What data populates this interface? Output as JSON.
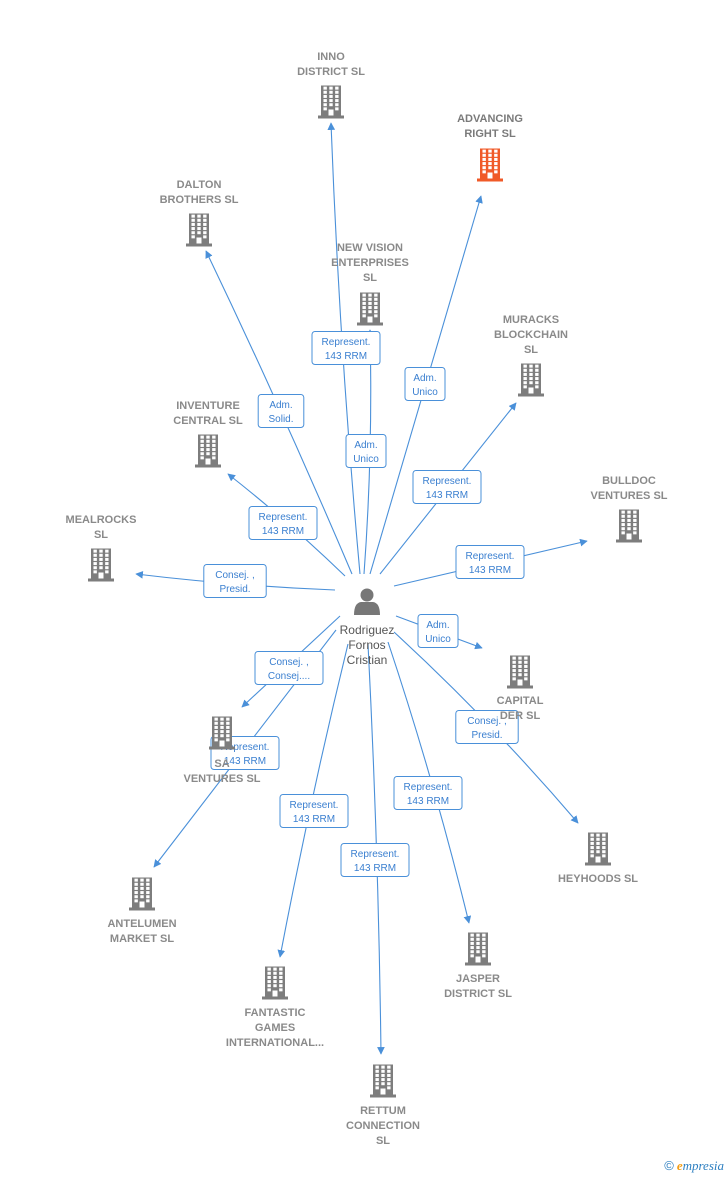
{
  "colors": {
    "edge": "#4a90d9",
    "role_text": "#3a7fd0",
    "role_border": "#4a90d9",
    "building": "#7d7d7d",
    "building_highlight": "#f05a28",
    "person": "#777777",
    "company_label": "#8a8a8a"
  },
  "person": {
    "name_lines": [
      "Rodriguez",
      "Fornos",
      "Cristian"
    ],
    "icon": "person-icon"
  },
  "companies": [
    {
      "id": "inno-district",
      "lines": [
        "INNO",
        "DISTRICT  SL"
      ],
      "highlight": false
    },
    {
      "id": "advancing-right",
      "lines": [
        "ADVANCING",
        "RIGHT  SL"
      ],
      "highlight": true
    },
    {
      "id": "dalton-brothers",
      "lines": [
        "DALTON",
        "BROTHERS  SL"
      ],
      "highlight": false
    },
    {
      "id": "new-vision",
      "lines": [
        "NEW VISION",
        "ENTERPRISES",
        "SL"
      ],
      "highlight": false
    },
    {
      "id": "muracks",
      "lines": [
        "MURACKS",
        "BLOCKCHAIN",
        "SL"
      ],
      "highlight": false
    },
    {
      "id": "inventure",
      "lines": [
        "INVENTURE",
        "CENTRAL  SL"
      ],
      "highlight": false
    },
    {
      "id": "bulldoc",
      "lines": [
        "BULLDOC",
        "VENTURES  SL"
      ],
      "highlight": false
    },
    {
      "id": "mealrocks",
      "lines": [
        "MEALROCKS",
        "SL"
      ],
      "highlight": false
    },
    {
      "id": "capital",
      "lines": [
        "CAPITAL",
        "DER  SL"
      ],
      "highlight": false
    },
    {
      "id": "sa-ventures",
      "lines": [
        "SA",
        "VENTURES SL"
      ],
      "highlight": false
    },
    {
      "id": "heyhoods",
      "lines": [
        "HEYHOODS  SL"
      ],
      "highlight": false
    },
    {
      "id": "antelumen",
      "lines": [
        "ANTELUMEN",
        "MARKET  SL"
      ],
      "highlight": false
    },
    {
      "id": "jasper",
      "lines": [
        "JASPER",
        "DISTRICT  SL"
      ],
      "highlight": false
    },
    {
      "id": "fantastic",
      "lines": [
        "FANTASTIC",
        "GAMES",
        "INTERNATIONAL..."
      ],
      "highlight": false
    },
    {
      "id": "rettum",
      "lines": [
        "RETTUM",
        "CONNECTION",
        "SL"
      ],
      "highlight": false
    }
  ],
  "roles": [
    {
      "id": "r-inno",
      "lines": [
        "Represent.",
        "143 RRM"
      ]
    },
    {
      "id": "r-advancing",
      "lines": [
        "Adm.",
        "Unico"
      ]
    },
    {
      "id": "r-dalton",
      "lines": [
        "Adm.",
        "Solid."
      ]
    },
    {
      "id": "r-newvision",
      "lines": [
        "Adm.",
        "Unico"
      ]
    },
    {
      "id": "r-muracks",
      "lines": [
        "Represent.",
        "143 RRM"
      ]
    },
    {
      "id": "r-inventure",
      "lines": [
        "Represent.",
        "143 RRM"
      ]
    },
    {
      "id": "r-bulldoc",
      "lines": [
        "Represent.",
        "143 RRM"
      ]
    },
    {
      "id": "r-mealrocks",
      "lines": [
        "Consej. ,",
        "Presid."
      ]
    },
    {
      "id": "r-capital",
      "lines": [
        "Adm.",
        "Unico"
      ]
    },
    {
      "id": "r-sa",
      "lines": [
        "Consej. ,",
        "Consej...."
      ]
    },
    {
      "id": "r-heyhoods",
      "lines": [
        "Consej. ,",
        "Presid."
      ]
    },
    {
      "id": "r-antelumen",
      "lines": [
        "Represent.",
        "143 RRM"
      ]
    },
    {
      "id": "r-jasper",
      "lines": [
        "Represent.",
        "143 RRM"
      ]
    },
    {
      "id": "r-fantastic",
      "lines": [
        "Represent.",
        "143 RRM"
      ]
    },
    {
      "id": "r-rettum",
      "lines": [
        "Represent.",
        "143 RRM"
      ]
    }
  ],
  "watermark": {
    "copyright": "©",
    "brand_first": "e",
    "brand_rest": "mpresia"
  }
}
